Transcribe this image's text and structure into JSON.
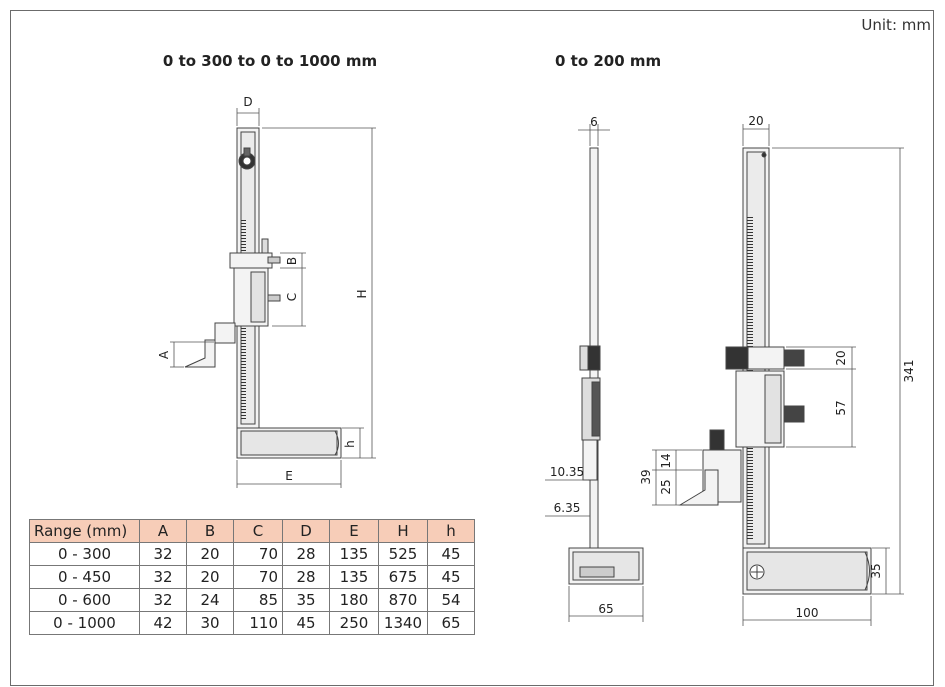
{
  "unit_label": "Unit: mm",
  "left_title": "0 to 300 to 0 to 1000 mm",
  "right_title": "0 to 200 mm",
  "left_dims": {
    "D": "D",
    "B": "B",
    "C": "C",
    "H": "H",
    "A": "A",
    "h": "h",
    "E": "E"
  },
  "right_dims": {
    "d6": "6",
    "d20top": "20",
    "d341": "341",
    "d20": "20",
    "d57": "57",
    "d39": "39",
    "d25": "25",
    "d14": "14",
    "d1035": "10.35",
    "d635": "6.35",
    "d35": "35",
    "d65": "65",
    "d100": "100"
  },
  "table": {
    "headers": [
      "Range (mm)",
      "A",
      "B",
      "C",
      "D",
      "E",
      "H",
      "h"
    ],
    "rows": [
      [
        "0 - 300",
        "32",
        "20",
        "70",
        "28",
        "135",
        "525",
        "45"
      ],
      [
        "0 - 450",
        "32",
        "20",
        "70",
        "28",
        "135",
        "675",
        "45"
      ],
      [
        "0 - 600",
        "32",
        "24",
        "85",
        "35",
        "180",
        "870",
        "54"
      ],
      [
        "0 - 1000",
        "42",
        "30",
        "110",
        "45",
        "250",
        "1340",
        "65"
      ]
    ]
  }
}
